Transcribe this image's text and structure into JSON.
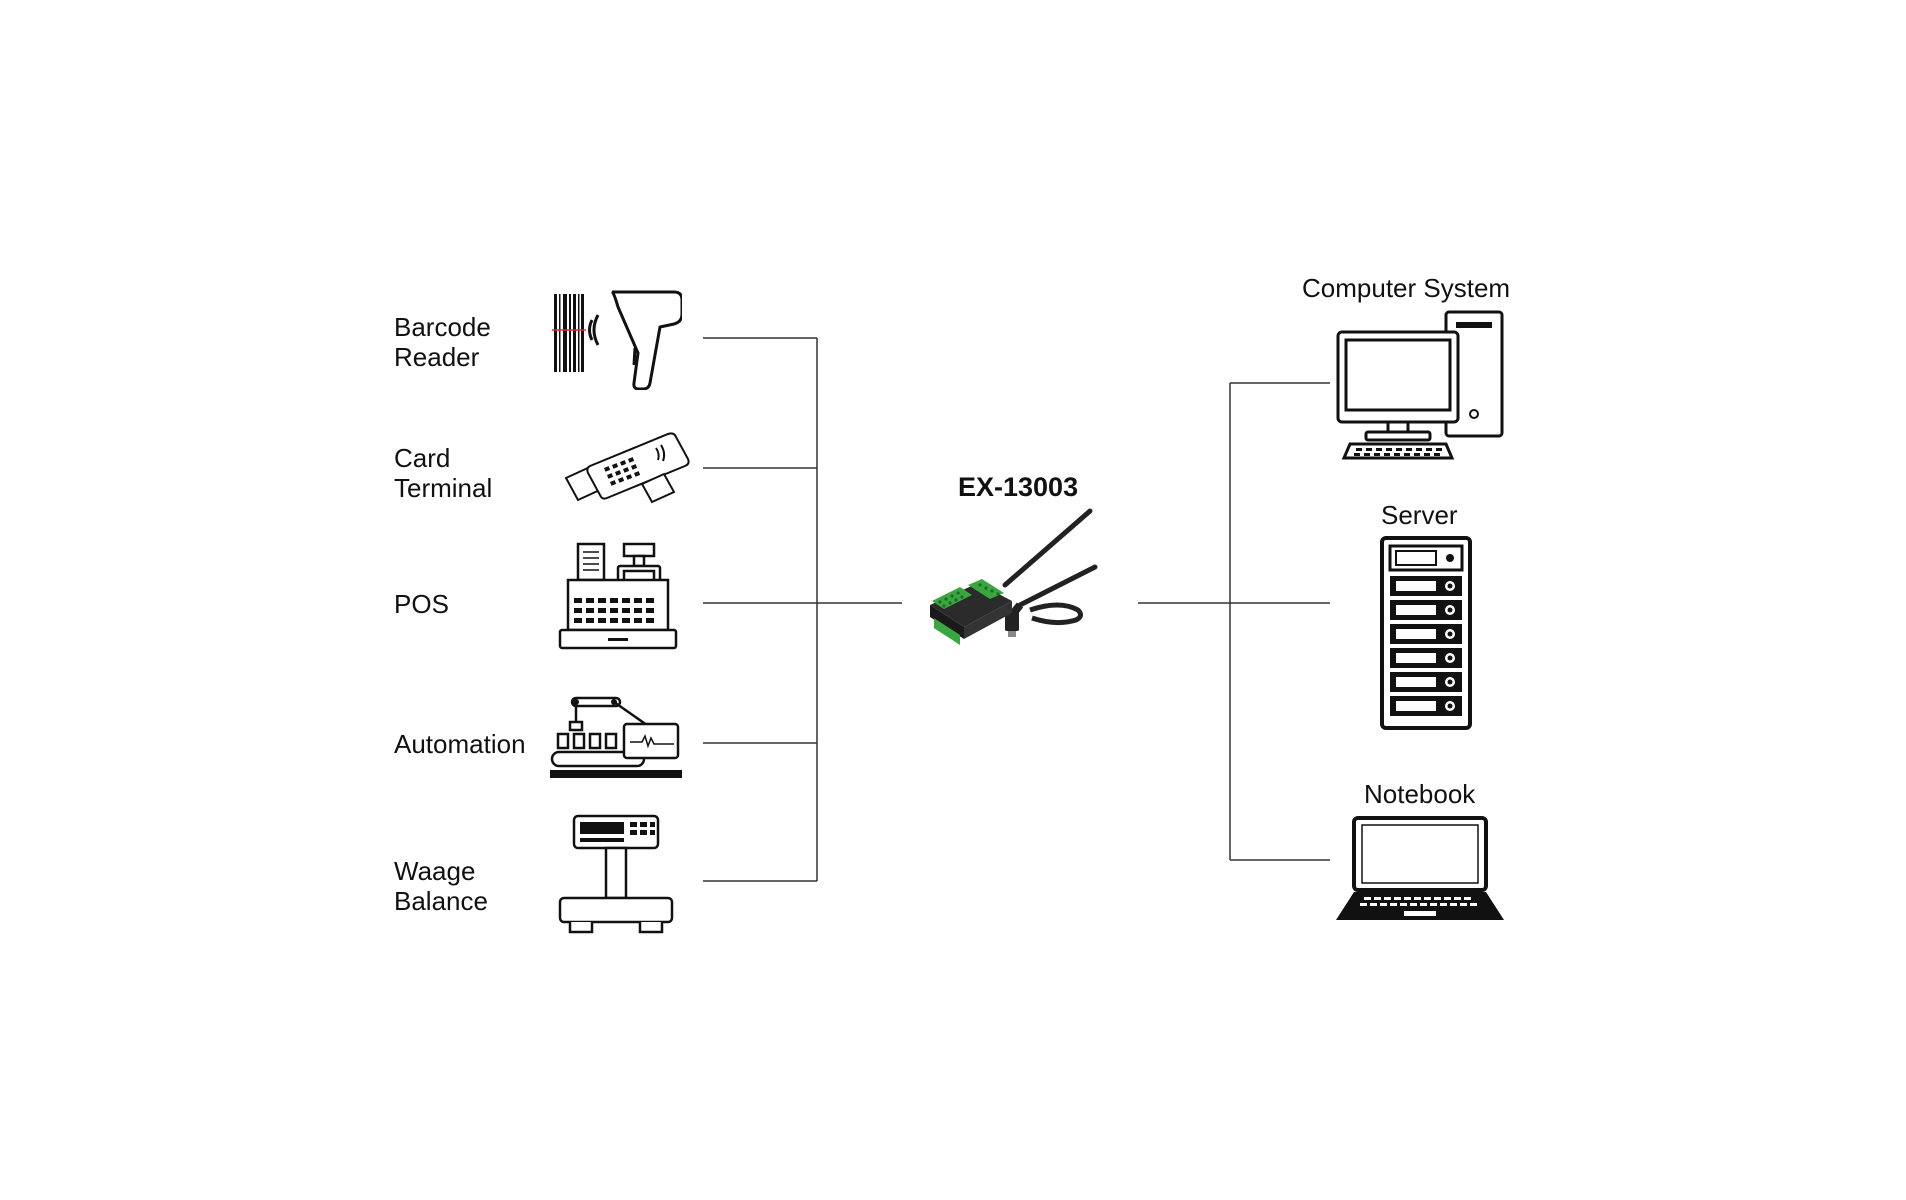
{
  "devices_left": [
    {
      "label": "Barcode\nReader",
      "icon": "barcode-reader-icon"
    },
    {
      "label": "Card\nTerminal",
      "icon": "card-terminal-icon"
    },
    {
      "label": "POS",
      "icon": "cash-register-icon"
    },
    {
      "label": "Automation",
      "icon": "factory-automation-icon"
    },
    {
      "label": "Waage\nBalance",
      "icon": "scale-icon"
    }
  ],
  "center": {
    "label": "EX-13003",
    "icon": "usb-terminal-adapter-icon",
    "accent": "#3aa640"
  },
  "systems_right": [
    {
      "label": "Computer System",
      "icon": "desktop-computer-icon"
    },
    {
      "label": "Server",
      "icon": "server-rack-icon"
    },
    {
      "label": "Notebook",
      "icon": "laptop-icon"
    }
  ]
}
